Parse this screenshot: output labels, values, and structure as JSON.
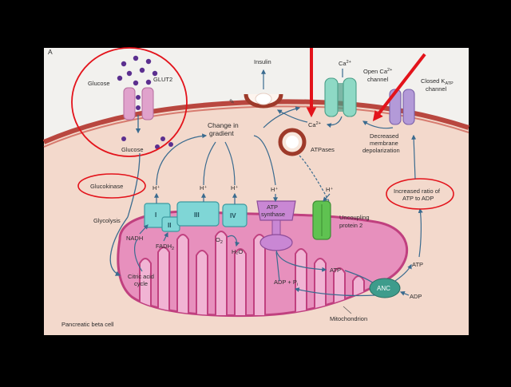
{
  "figure": {
    "panel_letter": "A",
    "cell_label": "Pancreatic beta cell"
  },
  "labels": {
    "glucose_outside": "Glucose",
    "glut2": "GLUT2",
    "glucose_inside": "Glucose",
    "glucokinase": "Glucokinase",
    "glycolysis": "Glycolysis",
    "nadh": "NADH",
    "fadh2_base": "FADH",
    "fadh2_sub": "2",
    "citric_acid_line1": "Citric acid",
    "citric_acid_line2": "cycle",
    "insulin": "Insulin",
    "ca2_channel_top": "Ca",
    "ca2_channel_top_sup": "2+",
    "open_ca_line1": "Open Ca",
    "open_ca_sup": "2+",
    "open_ca_line2": "channel",
    "closed_katp_line1": "Closed K",
    "closed_katp_sub": "ATP",
    "closed_katp_line2": "channel",
    "ca2_inner": "Ca",
    "ca2_inner_sup": "2+",
    "atpases": "ATPases",
    "change_gradient_line1": "Change in",
    "change_gradient_line2": "gradient",
    "decreased_line1": "Decreased",
    "decreased_line2": "membrane",
    "decreased_line3": "depolarization",
    "increased_line1": "Increased ratio of",
    "increased_line2": "ATP to ADP",
    "h_plus": "H⁺",
    "complex_I": "I",
    "complex_II": "II",
    "complex_III": "III",
    "complex_IV": "IV",
    "o2_base": "O",
    "o2_sub": "2",
    "h2o": "H₂O",
    "atp_synthase_line1": "ATP",
    "atp_synthase_line2": "synthase",
    "uncoupling_line1": "Uncoupling",
    "uncoupling_line2": "protein 2",
    "atp_mito": "ATP",
    "atp_right": "ATP",
    "adp_pi": "ADP + P",
    "adp_pi_sub": "i",
    "anc": "ANC",
    "adp_right": "ADP",
    "mitochondrion": "Mitochondrion"
  },
  "colors": {
    "extracellular": "#f2f1ee",
    "cytoplasm": "#f3d9cc",
    "membrane": "#b9473f",
    "mito_fill": "#e790bd",
    "mito_dark": "#c0407f",
    "etc_complex": "#7fd6d6",
    "atp_synthase": "#c987d4",
    "uncoupling": "#5fc251",
    "open_channel": "#8ed9c5",
    "closed_channel": "#b39ad8",
    "glut2": "#e0a2cc",
    "glucose_dot": "#5b2f8f",
    "arrow": "#3a6b8f",
    "annotation_red": "#e3131b"
  }
}
